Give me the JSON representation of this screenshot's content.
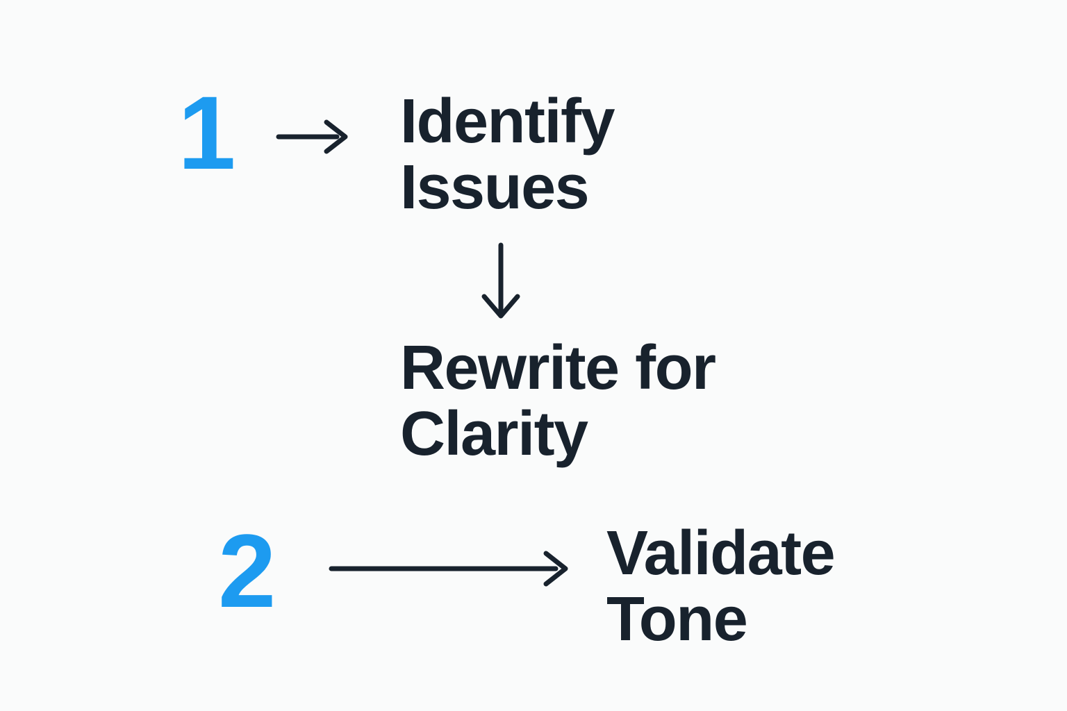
{
  "colors": {
    "background": "#fafbfb",
    "accent_blue": "#1d9bf0",
    "ink_dark": "#18222d"
  },
  "flow": {
    "step1": {
      "number": "1",
      "node_identify": {
        "line1": "Identify",
        "line2": "Issues"
      },
      "node_rewrite": {
        "line1": "Rewrite for",
        "line2": "Clarity"
      }
    },
    "step2": {
      "number": "2",
      "node_validate": {
        "line1": "Validate",
        "line2": "Tone"
      }
    },
    "icons": {
      "step1_connector": "arrow-right-icon",
      "identify_to_rewrite_connector": "arrow-down-icon",
      "step2_connector": "arrow-right-icon"
    }
  }
}
